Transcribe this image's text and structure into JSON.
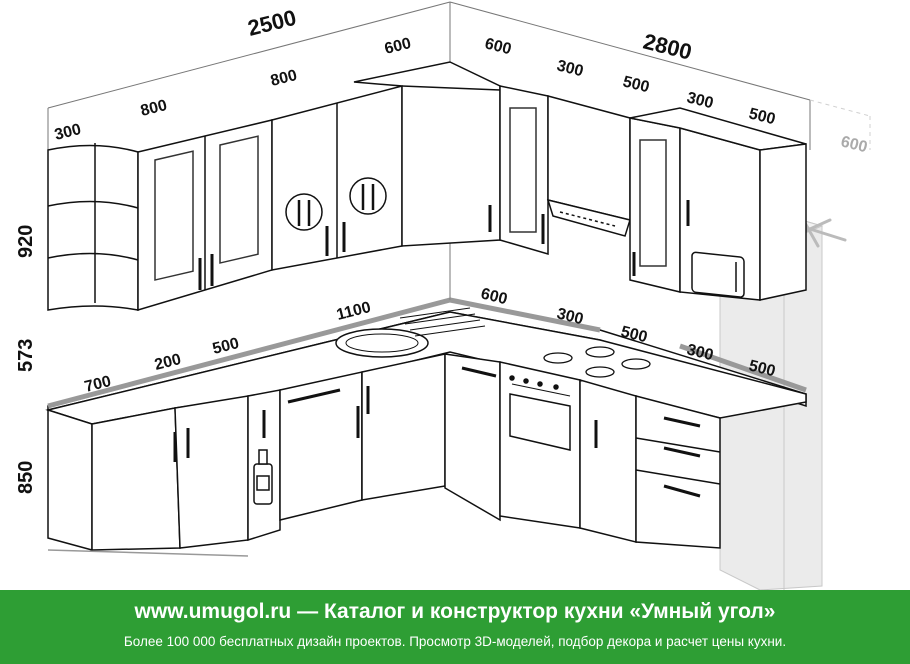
{
  "dimensions": {
    "wall_left_total": "2500",
    "wall_right_total": "2800",
    "upper_left": [
      "300",
      "800",
      "800",
      "600"
    ],
    "upper_right": [
      "600",
      "300",
      "500",
      "300",
      "500"
    ],
    "upper_fridge": "600",
    "heights": [
      "920",
      "573",
      "850"
    ],
    "counter_left": [
      "700",
      "200",
      "500",
      "1100"
    ],
    "counter_right": [
      "600",
      "300",
      "500",
      "300",
      "500"
    ]
  },
  "footer": {
    "site": "www.umugol.ru",
    "dash": "—",
    "catalog": "Каталог и конструктор кухни «Умный угол»",
    "subtitle": "Более 100 000 бесплатных дизайн проектов. Просмотр 3D-моделей, подбор декора и расчет цены кухни."
  },
  "colors": {
    "footer_bg": "#2e9e34",
    "line": "#111111",
    "counter": "#9a9a9a",
    "fridge": "#dcdcdc"
  },
  "icons": [
    "cutlery-icon",
    "cutlery-icon",
    "bottle-icon",
    "snowflake-icon",
    "microwave-icon",
    "hob-icon",
    "oven-icon",
    "sink-icon",
    "hood-icon"
  ]
}
